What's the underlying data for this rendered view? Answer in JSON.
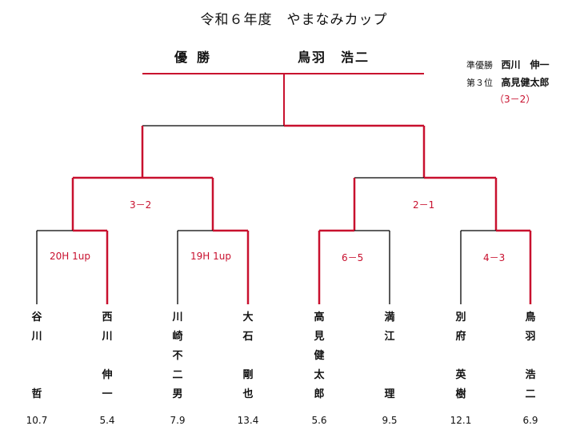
{
  "title": "令和６年度　やまなみカップ",
  "champion": {
    "label": "優勝",
    "name": "鳥羽　浩二"
  },
  "runner_up": {
    "label": "準優勝",
    "name": "西川　伸一"
  },
  "third_place": {
    "label": "第３位",
    "name": "高見健太郎"
  },
  "third_place_score": "（3－2）",
  "scores": {
    "semi_left": "3－2",
    "semi_right": "2－1",
    "qf1": "20H 1up",
    "qf2": "19H 1up",
    "qf3": "6－5",
    "qf4": "4－3"
  },
  "players": [
    {
      "chars": [
        "谷",
        "川",
        "",
        "",
        "哲"
      ],
      "hcp": "10.7"
    },
    {
      "chars": [
        "西",
        "川",
        "",
        "伸",
        "一"
      ],
      "hcp": "5.4"
    },
    {
      "chars": [
        "川",
        "崎",
        "不",
        "二",
        "男"
      ],
      "hcp": "7.9"
    },
    {
      "chars": [
        "大",
        "石",
        "",
        "剛",
        "也"
      ],
      "hcp": "13.4"
    },
    {
      "chars": [
        "高",
        "見",
        "健",
        "太",
        "郎"
      ],
      "hcp": "5.6"
    },
    {
      "chars": [
        "満",
        "江",
        "",
        "",
        "理"
      ],
      "hcp": "9.5"
    },
    {
      "chars": [
        "別",
        "府",
        "",
        "英",
        "樹"
      ],
      "hcp": "12.1"
    },
    {
      "chars": [
        "鳥",
        "羽",
        "",
        "浩",
        "二"
      ],
      "hcp": "6.9"
    }
  ],
  "colors": {
    "winner_line": "#c8102e",
    "loser_line": "#000000",
    "score_text": "#c8102e"
  }
}
